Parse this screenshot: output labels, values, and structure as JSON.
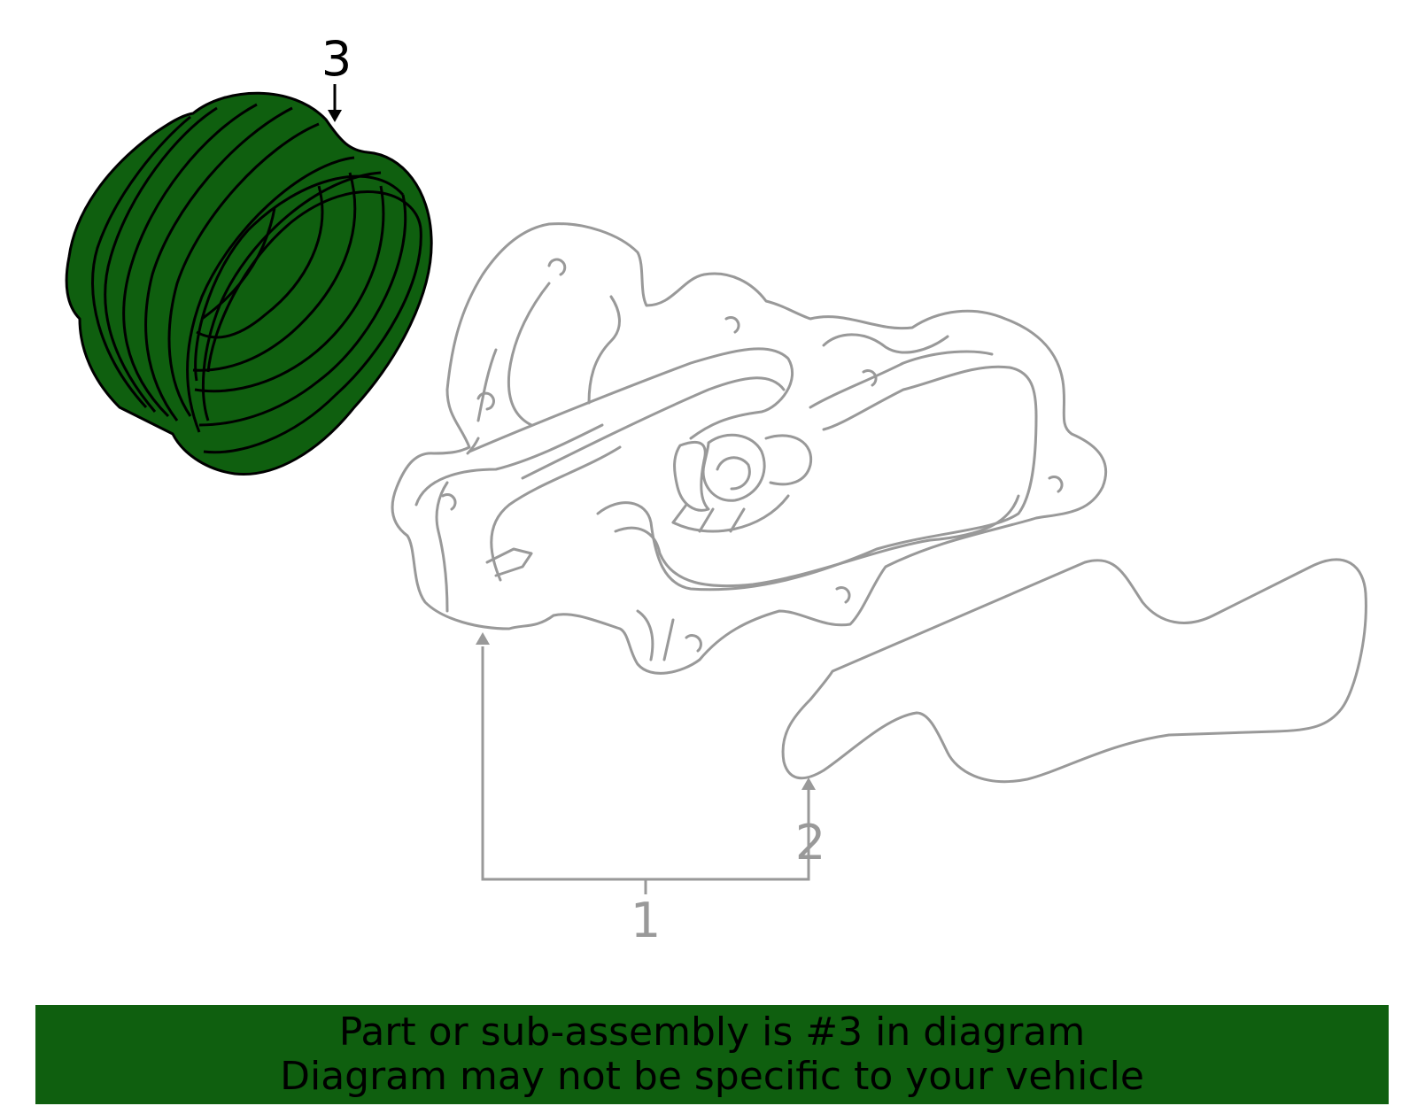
{
  "colors": {
    "highlight": "#0f5f0f",
    "outline_dark": "#000000",
    "outline_gray": "#999999",
    "banner_bg": "#0f5f0f"
  },
  "callouts": {
    "pulley": "3",
    "water_pump": "1",
    "gasket": "2"
  },
  "banner": {
    "line1": "Part or sub-assembly is #3 in diagram",
    "line2": "Diagram may not be specific to your vehicle"
  }
}
